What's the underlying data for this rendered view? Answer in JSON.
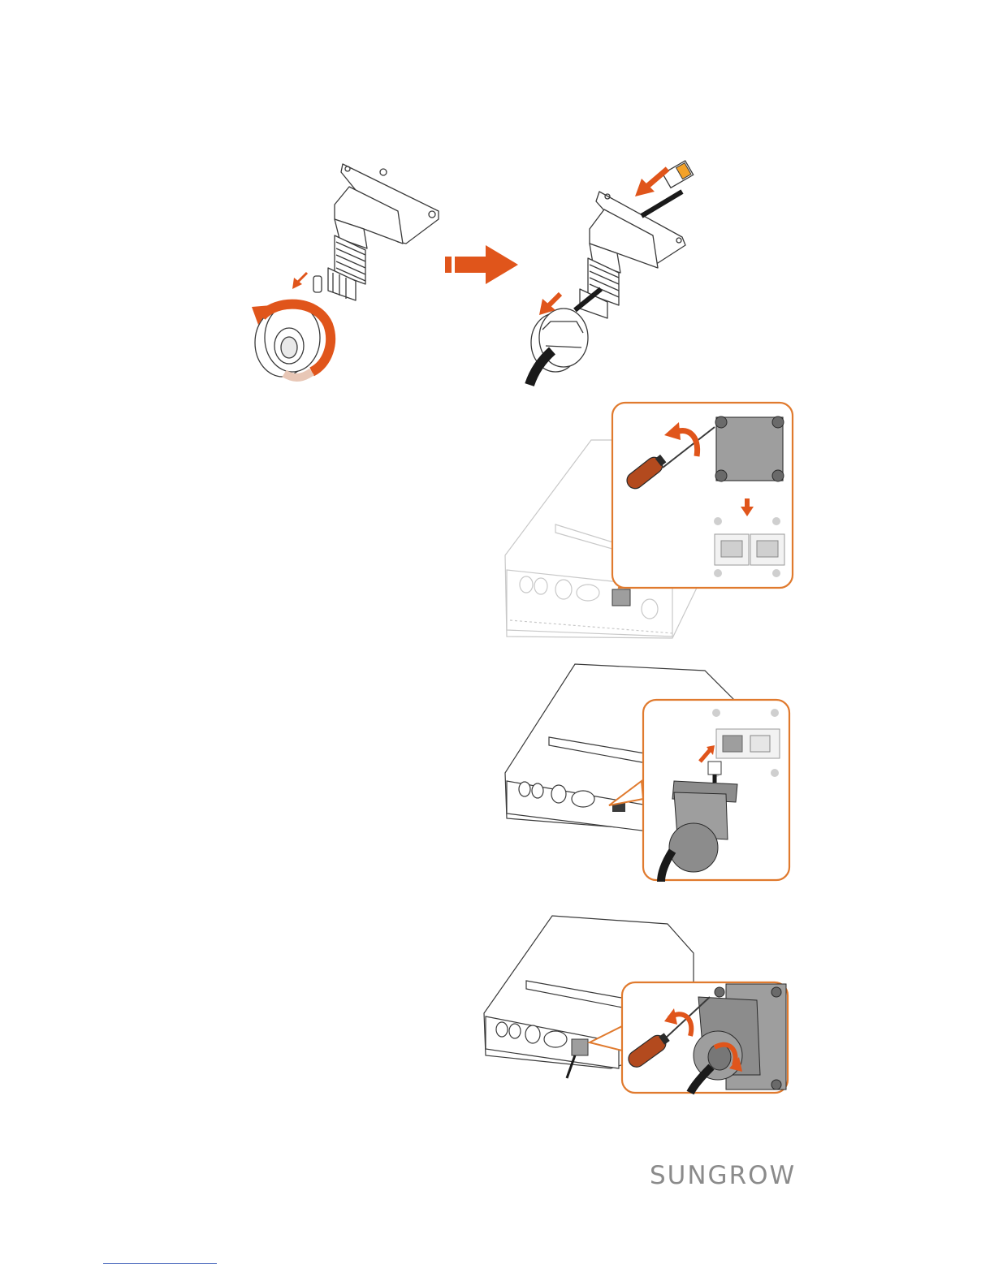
{
  "brand": {
    "logo_text": "SUNGROW",
    "logo_color": "#8b8b8b"
  },
  "colors": {
    "accent_orange": "#e0551b",
    "callout_border": "#e07a2e",
    "line_art": "#3a3a3a",
    "cable": "#1a1a1a",
    "panel_gray": "#9e9e9e",
    "footer_line": "#3d5eb8"
  },
  "figures": [
    {
      "id": "step-1",
      "icon": "cable-gland-disassembly-illustration"
    },
    {
      "id": "step-2",
      "icon": "rj45-gland-assembly-illustration"
    },
    {
      "id": "step-3",
      "icon": "inverter-cover-removal-illustration"
    },
    {
      "id": "step-4",
      "icon": "inverter-rj45-insertion-illustration"
    },
    {
      "id": "step-5",
      "icon": "inverter-gland-fastening-illustration"
    }
  ]
}
